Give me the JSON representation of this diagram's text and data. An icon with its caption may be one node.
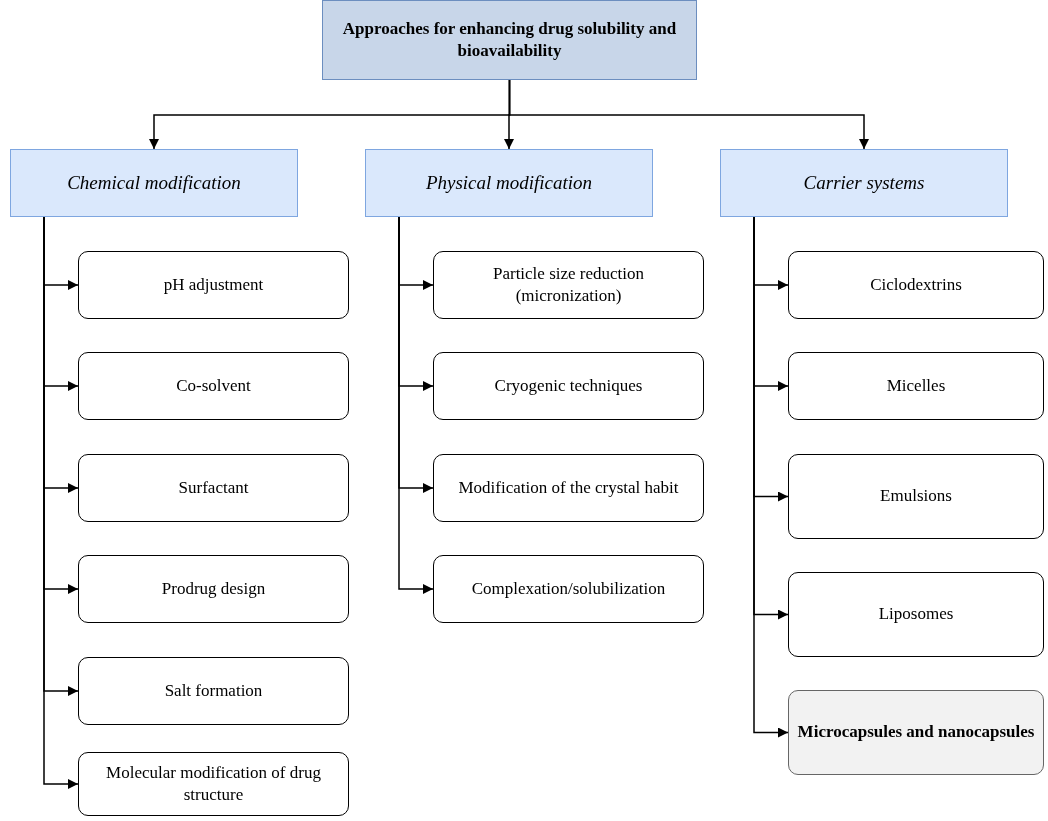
{
  "diagram": {
    "nodes": [
      {
        "text": [
          "Approaches for enhancing drug solubility and bioavailability"
        ]
      },
      {
        "text": [
          "Chemical modification"
        ]
      },
      {
        "text": [
          "Physical modification"
        ]
      },
      {
        "text": [
          "Carrier systems"
        ]
      },
      {
        "text": [
          "pH adjustment"
        ]
      },
      {
        "text": [
          "Co-solvent"
        ]
      },
      {
        "text": [
          "Surfactant"
        ]
      },
      {
        "text": [
          "Prodrug design"
        ]
      },
      {
        "text": [
          "Salt formation"
        ]
      },
      {
        "text": [
          "Molecular modification of drug structure"
        ]
      },
      {
        "text": [
          "Particle size reduction (micronization)"
        ]
      },
      {
        "text": [
          "Cryogenic techniques"
        ]
      },
      {
        "text": [
          "Modification of the crystal habit"
        ]
      },
      {
        "text": [
          "Complexation/solubilization"
        ]
      },
      {
        "text": [
          "Ciclodextrins"
        ]
      },
      {
        "text": [
          "Micelles"
        ]
      },
      {
        "text": [
          "Emulsions"
        ]
      },
      {
        "text": [
          "Liposomes"
        ]
      },
      {
        "text": [
          "Microcapsules and nanocapsules"
        ]
      }
    ],
    "edges": [
      {
        "from": 0,
        "to": 1,
        "arrow": "to"
      },
      {
        "from": 0,
        "to": 2,
        "arrow": "to"
      },
      {
        "from": 0,
        "to": 3,
        "arrow": "to"
      },
      {
        "from": 1,
        "to": 4,
        "arrow": "to"
      },
      {
        "from": 1,
        "to": 5,
        "arrow": "to"
      },
      {
        "from": 1,
        "to": 6,
        "arrow": "to"
      },
      {
        "from": 1,
        "to": 7,
        "arrow": "to"
      },
      {
        "from": 1,
        "to": 8,
        "arrow": "to"
      },
      {
        "from": 1,
        "to": 9,
        "arrow": "to"
      },
      {
        "from": 2,
        "to": 10,
        "arrow": "to"
      },
      {
        "from": 2,
        "to": 11,
        "arrow": "to"
      },
      {
        "from": 2,
        "to": 12,
        "arrow": "to"
      },
      {
        "from": 2,
        "to": 13,
        "arrow": "to"
      },
      {
        "from": 3,
        "to": 14,
        "arrow": "to"
      },
      {
        "from": 3,
        "to": 15,
        "arrow": "to"
      },
      {
        "from": 3,
        "to": 16,
        "arrow": "to"
      },
      {
        "from": 3,
        "to": 17,
        "arrow": "to"
      },
      {
        "from": 3,
        "to": 18,
        "arrow": "to"
      }
    ]
  }
}
